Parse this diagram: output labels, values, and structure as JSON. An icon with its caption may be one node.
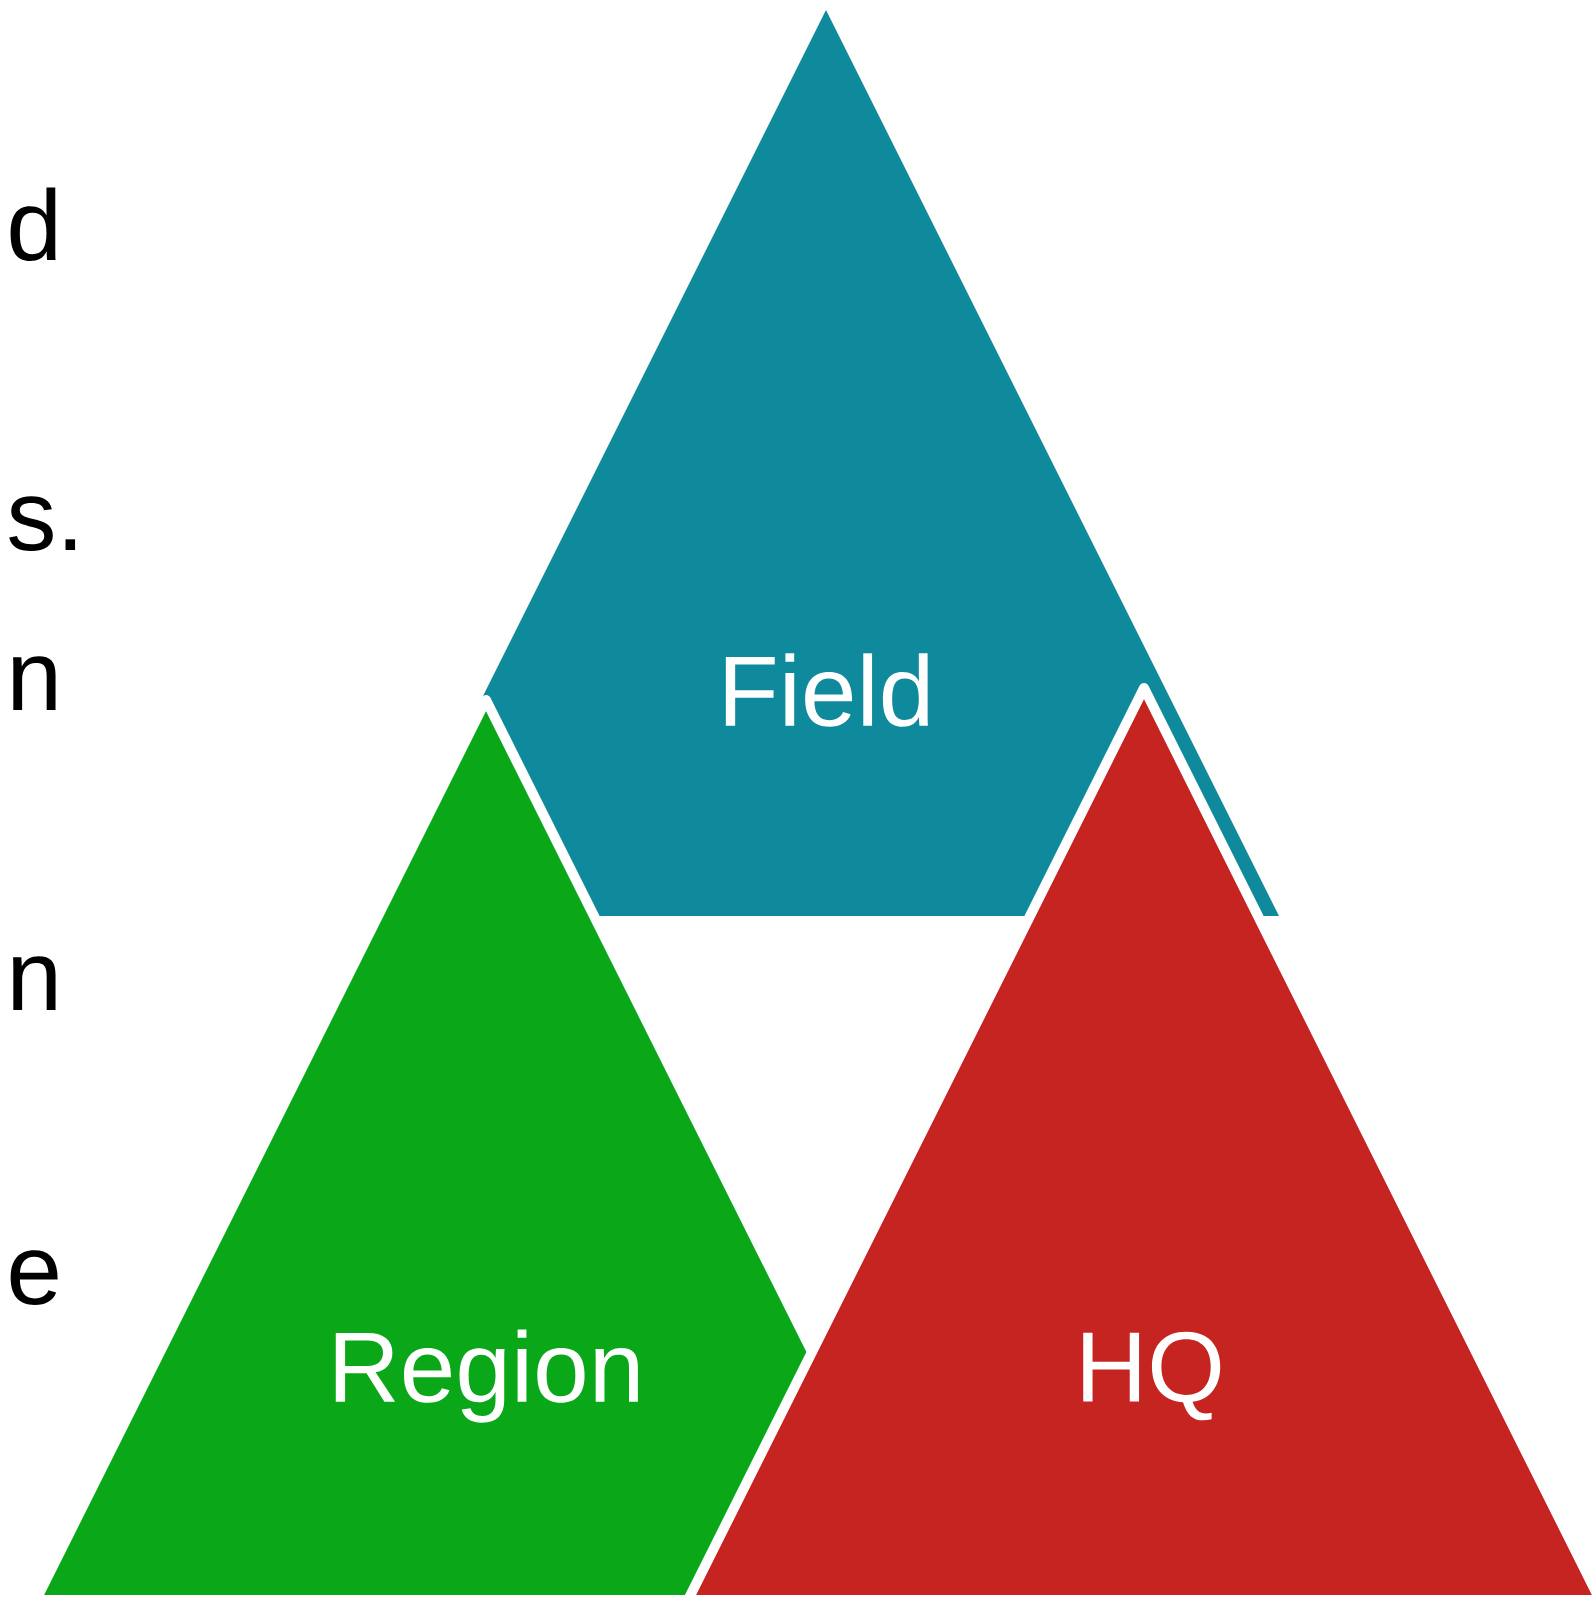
{
  "diagram": {
    "nodes": [
      {
        "text": [
          "Field"
        ]
      },
      {
        "text": [
          "Region"
        ]
      },
      {
        "text": [
          "HQ"
        ]
      }
    ],
    "labels": [
      "d",
      "s.",
      "n",
      "n",
      "e"
    ]
  }
}
